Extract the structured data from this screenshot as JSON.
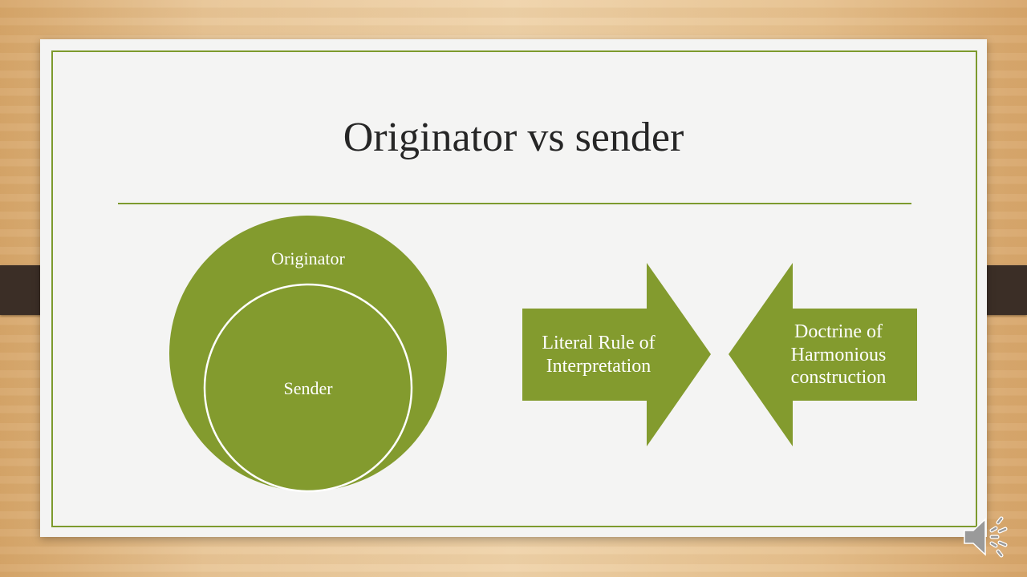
{
  "slide": {
    "title": "Originator vs sender"
  },
  "circle_diagram": {
    "outer_label": "Originator",
    "inner_label": "Sender"
  },
  "arrows": {
    "right_arrow": [
      "Literal Rule of",
      "Interpretation"
    ],
    "left_arrow": [
      "Doctrine of",
      "Harmonious",
      "construction"
    ]
  },
  "colors": {
    "accent": "#7d9a2d",
    "shape_fill": "#839b2e",
    "title_text": "#262626",
    "clip": "#3b2e26"
  },
  "icons": {
    "audio": "speaker-icon"
  }
}
